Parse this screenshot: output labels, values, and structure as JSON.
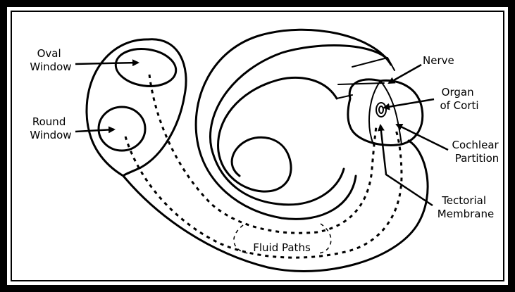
{
  "diagram": {
    "labels": {
      "oval_window": [
        "Oval",
        "Window"
      ],
      "round_window": [
        "Round",
        "Window"
      ],
      "nerve": "Nerve",
      "organ_of_corti": [
        "Organ",
        "of Corti"
      ],
      "cochlear_partition": [
        "Cochlear",
        "Partition"
      ],
      "tectorial_membrane": [
        "Tectorial",
        "Membrane"
      ],
      "fluid_paths": "Fluid Paths"
    },
    "colors": {
      "stroke": "#000000",
      "background": "#ffffff",
      "frame": "#000000"
    }
  }
}
